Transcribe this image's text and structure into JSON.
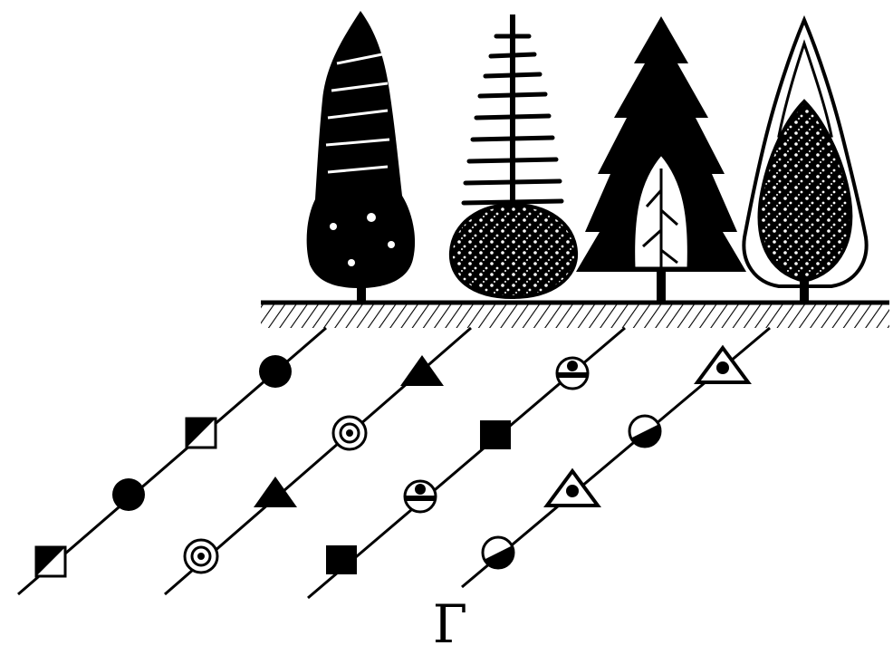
{
  "figure": {
    "label": "Г",
    "colors": {
      "ink": "#000000",
      "paper": "#ffffff"
    }
  },
  "trees": [
    {
      "name": "tree-1",
      "crown": "columnar"
    },
    {
      "name": "tree-2",
      "crown": "sparse-tiered"
    },
    {
      "name": "tree-3",
      "crown": "spruce"
    },
    {
      "name": "tree-4",
      "crown": "conical"
    }
  ],
  "rows": [
    {
      "name": "row-1",
      "pattern": [
        "circle",
        "square",
        "circle",
        "square"
      ]
    },
    {
      "name": "row-2",
      "pattern": [
        "triangle",
        "ring",
        "triangle",
        "ring"
      ]
    },
    {
      "name": "row-3",
      "pattern": [
        "ball",
        "square",
        "ball",
        "square"
      ]
    },
    {
      "name": "row-4",
      "pattern": [
        "triangle-open",
        "half-disc",
        "triangle-open",
        "half-disc"
      ]
    }
  ]
}
